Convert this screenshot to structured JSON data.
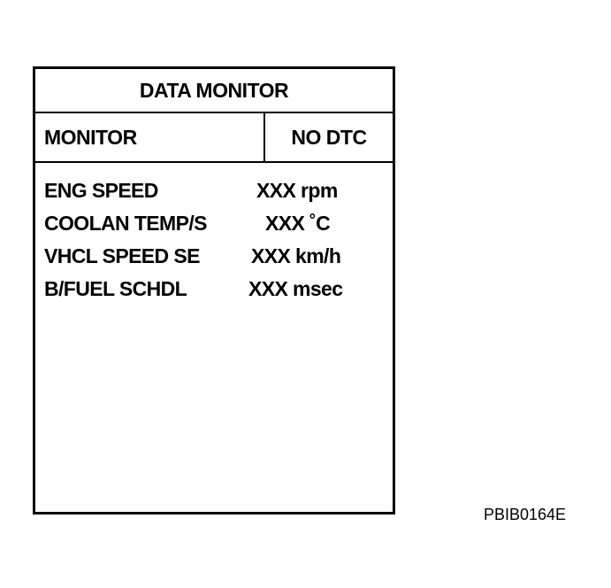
{
  "screen": {
    "title": "DATA MONITOR",
    "mode_label": "MONITOR",
    "status": "NO DTC",
    "items": [
      {
        "name": "ENG SPEED",
        "value": "XXX rpm"
      },
      {
        "name": "COOLAN TEMP/S",
        "value": "XXX ˚C"
      },
      {
        "name": "VHCL SPEED SE",
        "value": "XXX km/h"
      },
      {
        "name": "B/FUEL SCHDL",
        "value": "XXX msec"
      }
    ]
  },
  "figure_code": "PBIB0164E"
}
